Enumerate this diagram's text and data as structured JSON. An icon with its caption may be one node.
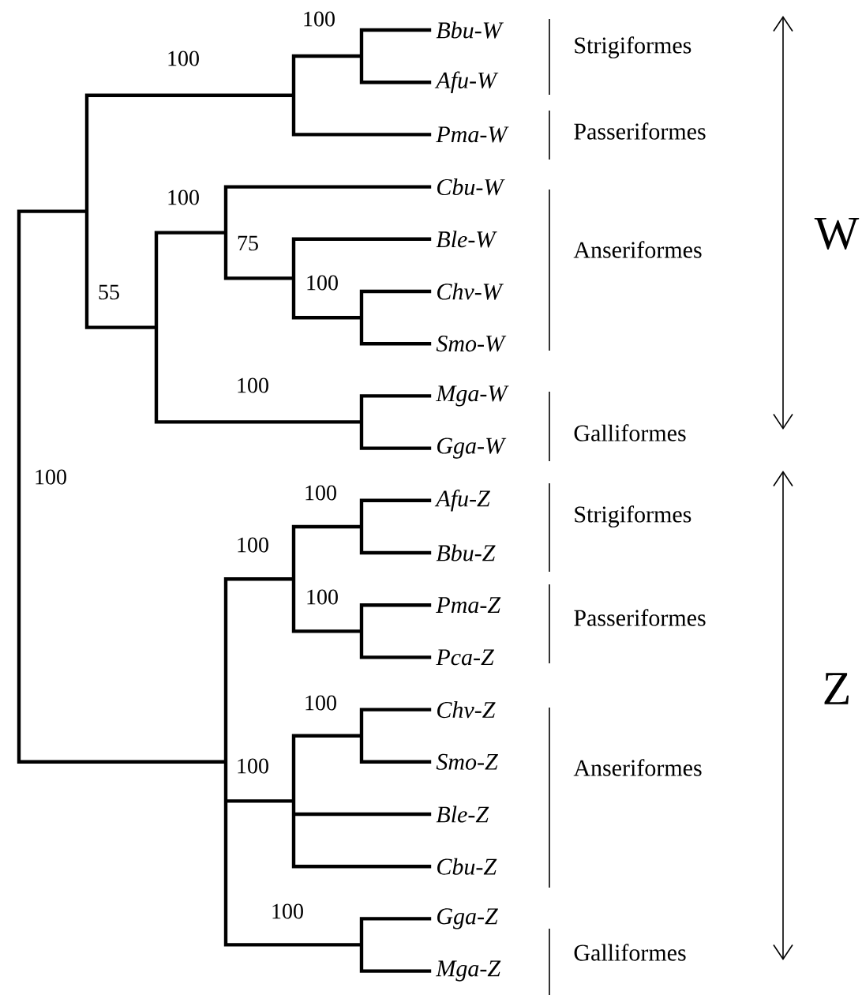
{
  "diagram": {
    "labels": [
      "100",
      "Bbu-W",
      "Strigiformes",
      "100",
      "Afu-W",
      "Pma-W",
      "Passeriformes",
      "Cbu-W",
      "100",
      "W",
      "Ble-W",
      "75",
      "Anseriformes",
      "100",
      "Chv-W",
      "55",
      "Smo-W",
      "100",
      "Mga-W",
      "Galliformes",
      "Gga-W",
      "100",
      "100",
      "Afu-Z",
      "Strigiformes",
      "100",
      "Bbu-Z",
      "100",
      "Pma-Z",
      "Passeriformes",
      "Pca-Z",
      "Z",
      "100",
      "Chv-Z",
      "Smo-Z",
      "100",
      "Anseriformes",
      "Ble-Z",
      "Cbu-Z",
      "100",
      "Gga-Z",
      "Galliformes",
      "Mga-Z"
    ]
  }
}
